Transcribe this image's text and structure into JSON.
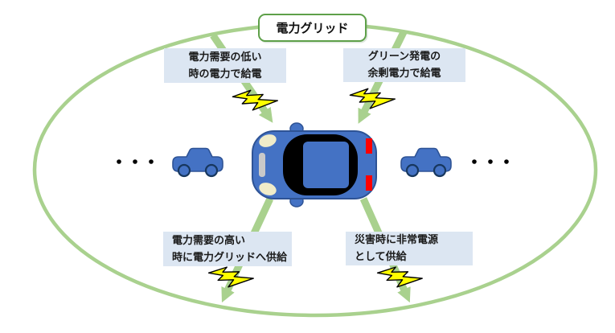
{
  "diagram": {
    "title": "電力グリッド",
    "labels": {
      "top_left": "電力需要の低い\n時の電力で給電",
      "top_right": "グリーン発電の\n余剰電力で給電",
      "bottom_left": "電力需要の高い\n時に電力グリッドへ供給",
      "bottom_right": "災害時に非常電源\nとして供給"
    },
    "icons": {
      "grid_boundary": "power-grid-ellipse",
      "arrow_top_left": "charge-arrow-top-left",
      "arrow_top_right": "charge-arrow-top-right",
      "arrow_bottom_left": "discharge-arrow-bottom-left",
      "arrow_bottom_right": "discharge-arrow-bottom-right",
      "lightning": "lightning-icon",
      "center_vehicle": "ev-car-top-view-icon",
      "side_vehicle": "car-side-view-icon",
      "more_vehicles": "ellipsis-dots"
    },
    "colors": {
      "grid_green": "#A9D18E",
      "title_border_green": "#5EA049",
      "label_box_blue": "#DCE6F2",
      "lightning_yellow": "#FFFF00",
      "car_blue": "#4472C4",
      "car_outline": "#2E5395",
      "text": "#1A1A1A"
    }
  }
}
